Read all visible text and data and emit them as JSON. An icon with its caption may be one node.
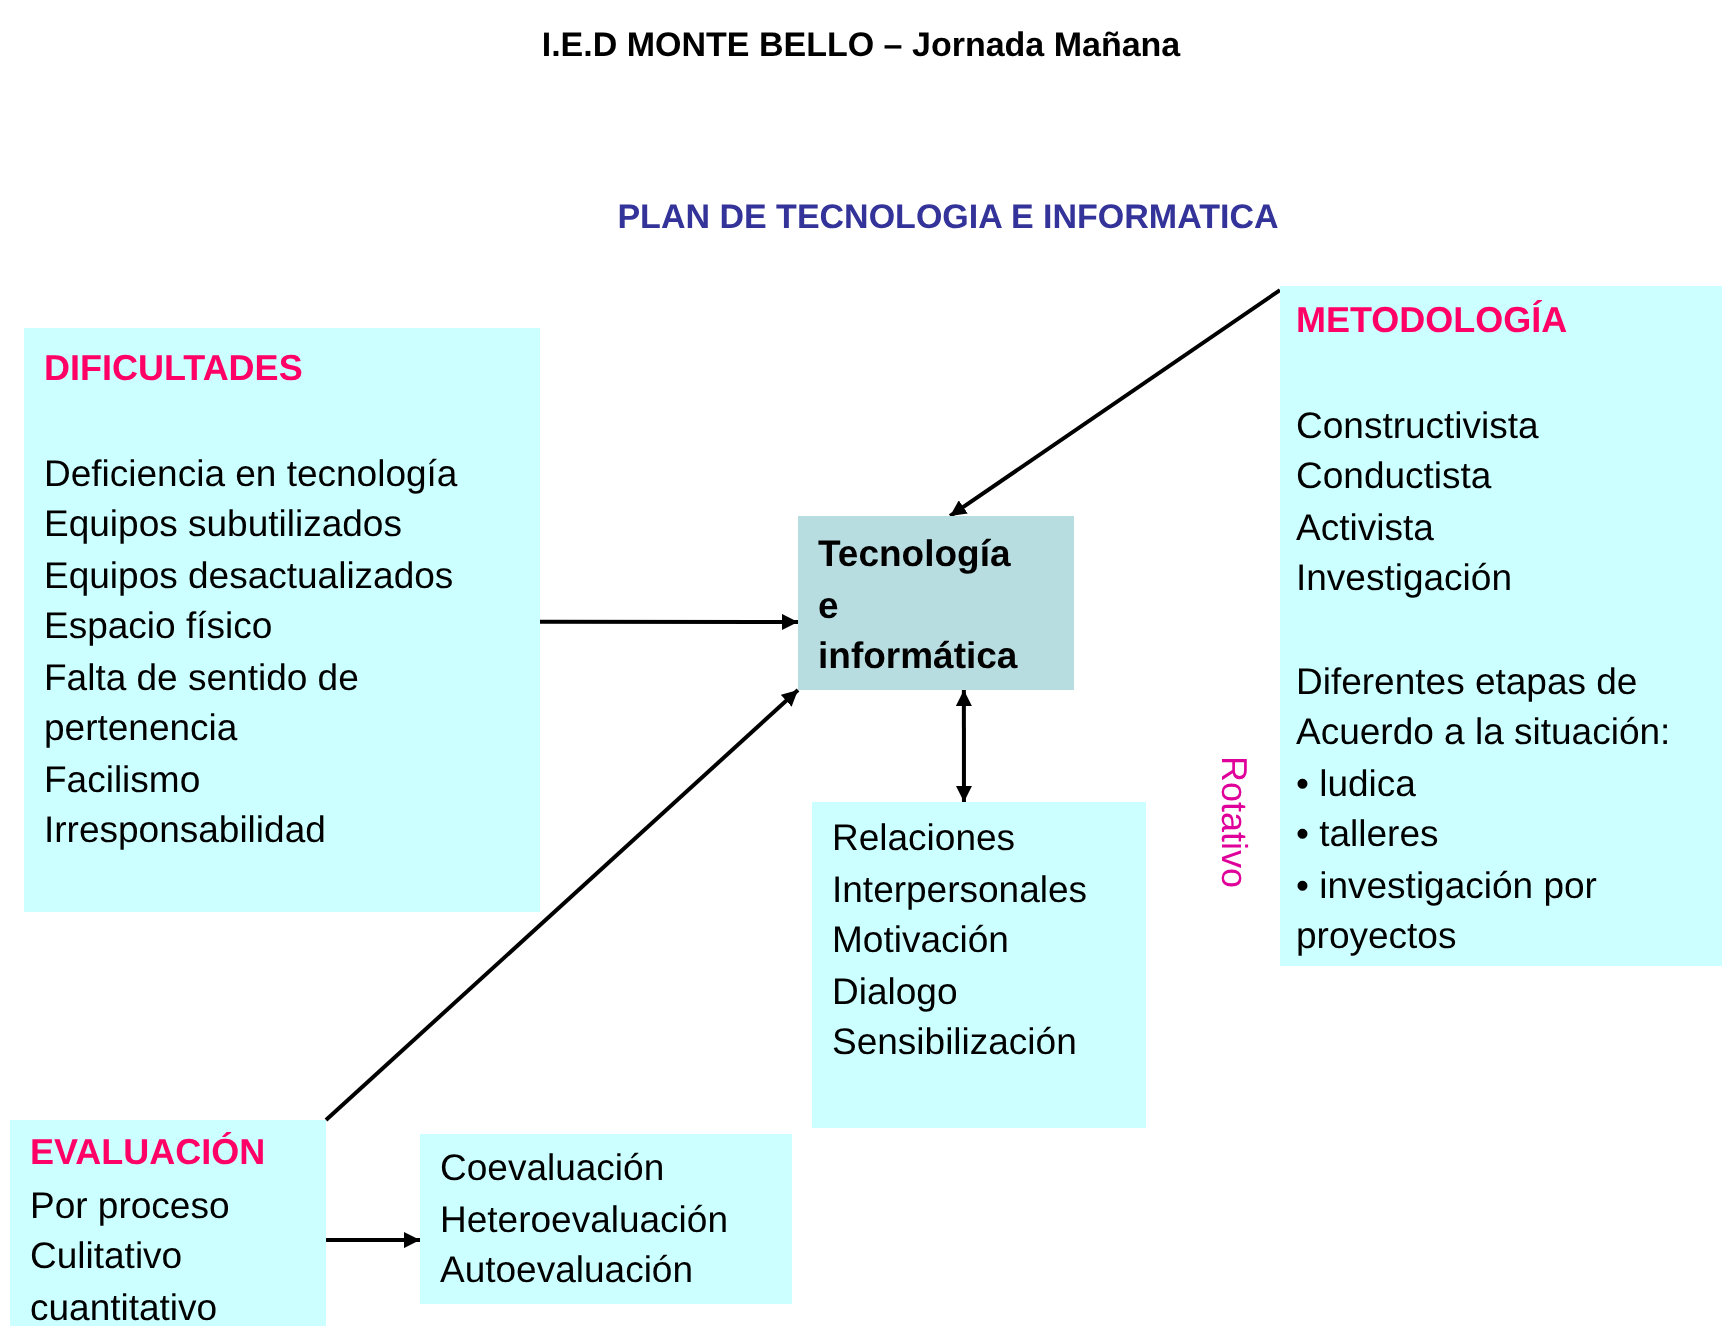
{
  "diagram": {
    "title": "PLAN DE TECNOLOGIA E INFORMATICA",
    "nodes": [
      {
        "text": [
          "DIFICULTADES",
          "Deficiencia en tecnología",
          "Equipos subutilizados",
          "Equipos desactualizados",
          "Espacio físico",
          "Falta de sentido de pertenencia",
          "Facilismo",
          "Irresponsabilidad"
        ]
      },
      {
        "text": [
          "Tecnología e informática"
        ]
      },
      {
        "text": [
          "METODOLOGÍA",
          "Constructivista",
          "Conductista",
          "Activista",
          "Investigación",
          "Diferentes etapas de Acuerdo a la situación:",
          "• ludica",
          "• talleres",
          "• investigación por proyectos"
        ]
      },
      {
        "text": [
          "Relaciones Interpersonales",
          "Motivación",
          "Dialogo",
          "Sensibilización"
        ]
      },
      {
        "text": [
          "EVALUACIÓN",
          "Por proceso",
          "Culitativo",
          "cuantitativo"
        ]
      },
      {
        "text": [
          "Coevaluación",
          "Heteroevaluación",
          "Autoevaluación"
        ]
      }
    ],
    "edges": [
      {
        "from": 0,
        "to": 1,
        "arrow": "to"
      },
      {
        "from": 2,
        "to": 1,
        "arrow": "to"
      },
      {
        "from": 1,
        "to": 3,
        "arrow": "both"
      },
      {
        "from": 4,
        "to": 1,
        "arrow": "to"
      },
      {
        "from": 4,
        "to": 5,
        "arrow": "to"
      }
    ],
    "labels": [
      "I.E.D MONTE BELLO – Jornada Mañana",
      "Rotativo"
    ]
  }
}
